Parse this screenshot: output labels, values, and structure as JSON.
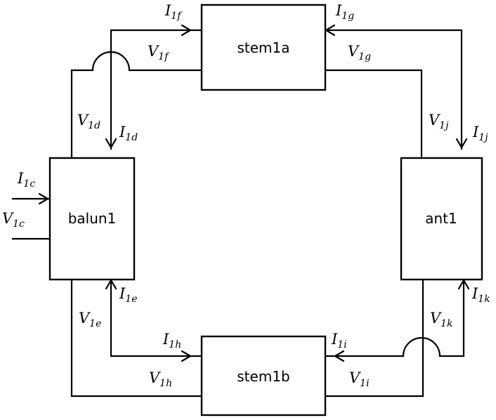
{
  "blocks": {
    "stem1a": "stem1a",
    "stem1b": "stem1b",
    "balun1": "balun1",
    "ant1": "ant1"
  },
  "signals": {
    "I1f": {
      "base": "I",
      "sub": "1f"
    },
    "V1f": {
      "base": "V",
      "sub": "1f"
    },
    "I1g": {
      "base": "I",
      "sub": "1g"
    },
    "V1g": {
      "base": "V",
      "sub": "1g"
    },
    "V1d": {
      "base": "V",
      "sub": "1d"
    },
    "I1d": {
      "base": "I",
      "sub": "1d"
    },
    "V1j": {
      "base": "V",
      "sub": "1j"
    },
    "I1j": {
      "base": "I",
      "sub": "1j"
    },
    "I1c": {
      "base": "I",
      "sub": "1c"
    },
    "V1c": {
      "base": "V",
      "sub": "1c"
    },
    "I1e": {
      "base": "I",
      "sub": "1e"
    },
    "V1e": {
      "base": "V",
      "sub": "1e"
    },
    "I1k": {
      "base": "I",
      "sub": "1k"
    },
    "V1k": {
      "base": "V",
      "sub": "1k"
    },
    "I1h": {
      "base": "I",
      "sub": "1h"
    },
    "V1h": {
      "base": "V",
      "sub": "1h"
    },
    "I1i": {
      "base": "I",
      "sub": "1i"
    },
    "V1i": {
      "base": "V",
      "sub": "1i"
    }
  }
}
